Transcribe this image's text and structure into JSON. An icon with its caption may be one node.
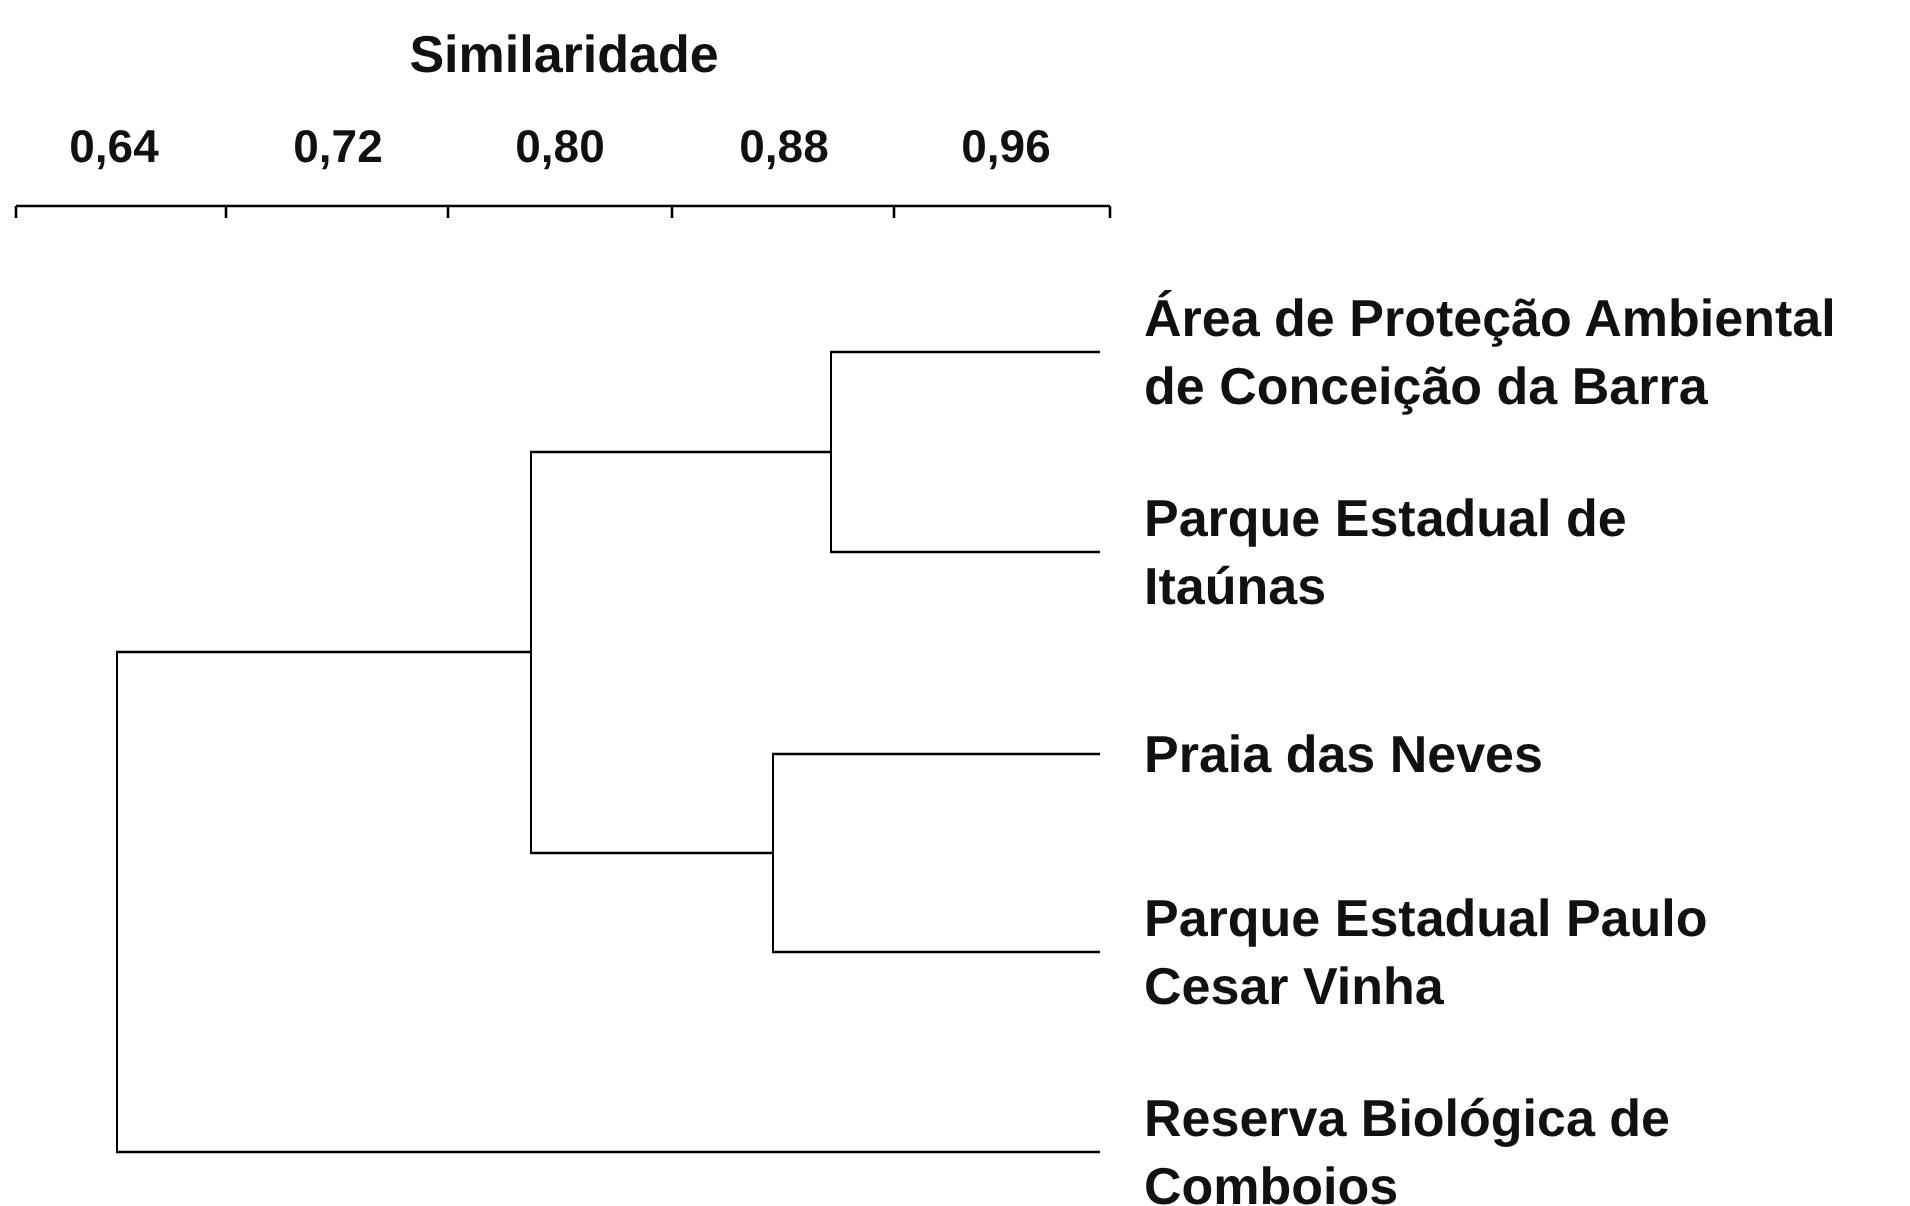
{
  "diagram": {
    "title": "Similaridade",
    "nodes": [
      {
        "text": [
          "Área de Proteção Ambiental de Conceição da Barra"
        ]
      },
      {
        "text": [
          "Parque Estadual de Itaúnas"
        ]
      },
      {
        "text": [
          "Praia das Neves"
        ]
      },
      {
        "text": [
          "Parque Estadual Paulo Cesar Vinha"
        ]
      },
      {
        "text": [
          "Reserva Biológica de Comboios"
        ]
      },
      {
        "text": [],
        "shape": "bar"
      },
      {
        "text": [],
        "shape": "bar"
      },
      {
        "text": [],
        "shape": "bar"
      },
      {
        "text": [],
        "shape": "bar"
      }
    ],
    "edges": [
      {
        "from": 8,
        "to": 0,
        "arrow": "none"
      },
      {
        "from": 8,
        "to": 1,
        "arrow": "none"
      },
      {
        "from": 7,
        "to": 2,
        "arrow": "none"
      },
      {
        "from": 7,
        "to": 3,
        "arrow": "none"
      },
      {
        "from": 6,
        "to": 8,
        "arrow": "none"
      },
      {
        "from": 6,
        "to": 7,
        "arrow": "none"
      },
      {
        "from": 5,
        "to": 6,
        "arrow": "none"
      },
      {
        "from": 5,
        "to": 4,
        "arrow": "none"
      }
    ],
    "labels": [
      "0,64",
      "0,72",
      "0,80",
      "0,88",
      "0,96"
    ]
  }
}
